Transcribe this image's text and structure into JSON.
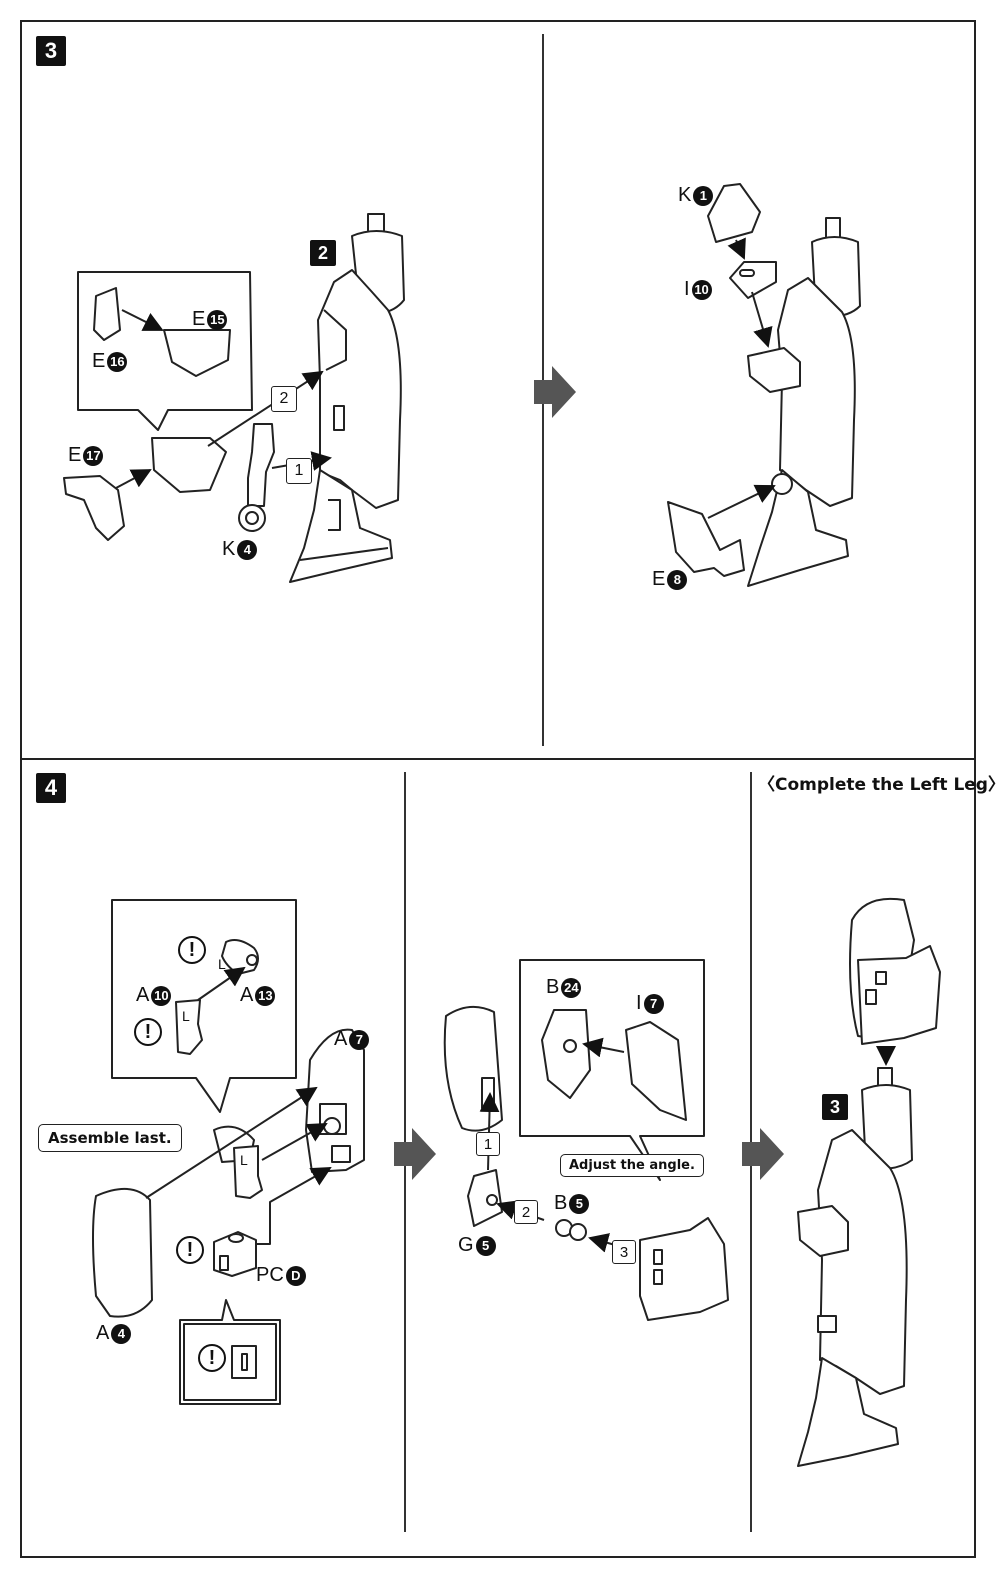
{
  "steps": {
    "step3": {
      "badge": "3"
    },
    "step4": {
      "badge": "4"
    }
  },
  "panel3a": {
    "sub_badge": "2",
    "parts": {
      "e15": {
        "letter": "E",
        "num": "15"
      },
      "e16": {
        "letter": "E",
        "num": "16"
      },
      "e17": {
        "letter": "E",
        "num": "17"
      },
      "k4": {
        "letter": "K",
        "num": "4"
      }
    },
    "order": {
      "first": "1",
      "second": "2"
    }
  },
  "panel3b": {
    "parts": {
      "k1": {
        "letter": "K",
        "num": "1"
      },
      "i10": {
        "letter": "I",
        "num": "10"
      },
      "e8": {
        "letter": "E",
        "num": "8"
      }
    }
  },
  "panel4a": {
    "note": "Assemble last.",
    "parts": {
      "a10": {
        "letter": "A",
        "num": "10"
      },
      "a13": {
        "letter": "A",
        "num": "13"
      },
      "a7": {
        "letter": "A",
        "num": "7"
      },
      "a4": {
        "letter": "A",
        "num": "4"
      },
      "pcd": {
        "letter": "PC",
        "num": "D"
      }
    },
    "mark_L": "L",
    "caution": "!"
  },
  "panel4b": {
    "note": "Adjust the angle.",
    "parts": {
      "b24": {
        "letter": "B",
        "num": "24"
      },
      "i7": {
        "letter": "I",
        "num": "7"
      },
      "b5": {
        "letter": "B",
        "num": "5"
      },
      "g5": {
        "letter": "G",
        "num": "5"
      }
    },
    "order": {
      "first": "1",
      "second": "2",
      "third": "3"
    }
  },
  "panel4c": {
    "title": "〈Complete the Left Leg〉",
    "sub_badge": "3"
  },
  "colors": {
    "line": "#222222",
    "arrow": "#555555",
    "fill": "#ffffff",
    "dark": "#111111"
  }
}
